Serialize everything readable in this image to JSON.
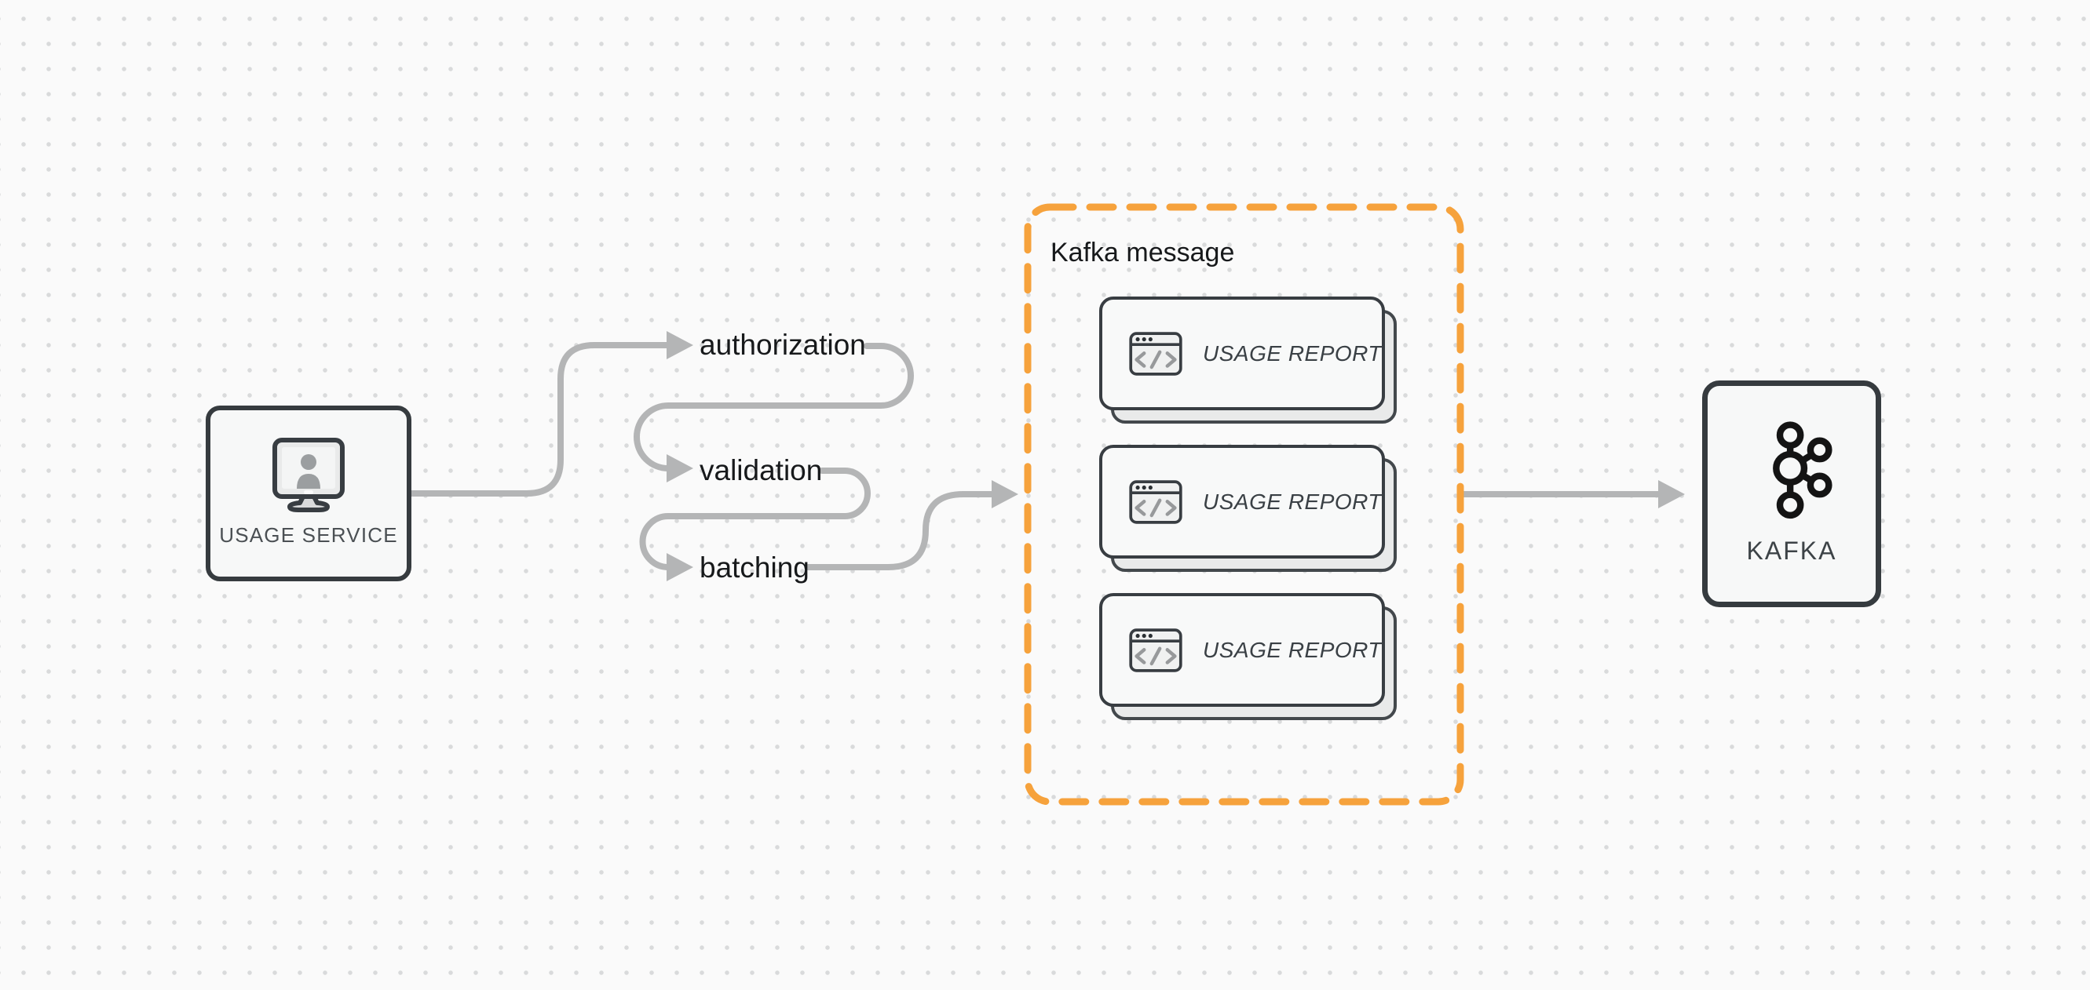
{
  "canvas": {
    "background_color": "#FAFAFA",
    "dot_grid_color": "#D9DADB"
  },
  "colors": {
    "connector_gray": "#B4B5B6",
    "accent_orange": "#F6A23C",
    "node_border_dark": "#363B3F",
    "text_primary": "#17191B",
    "text_secondary": "#4B5054"
  },
  "source_node": {
    "icon": "user-monitor-icon",
    "label": "USAGE SERVICE"
  },
  "pipeline_steps": [
    {
      "label": "authorization"
    },
    {
      "label": "validation"
    },
    {
      "label": "batching"
    }
  ],
  "kafka_message_group": {
    "title": "Kafka message",
    "cards": [
      {
        "icon": "code-window-icon",
        "label": "USAGE REPORT"
      },
      {
        "icon": "code-window-icon",
        "label": "USAGE REPORT"
      },
      {
        "icon": "code-window-icon",
        "label": "USAGE REPORT"
      }
    ]
  },
  "kafka_node": {
    "icon": "kafka-logo-icon",
    "label": "KAFKA"
  }
}
